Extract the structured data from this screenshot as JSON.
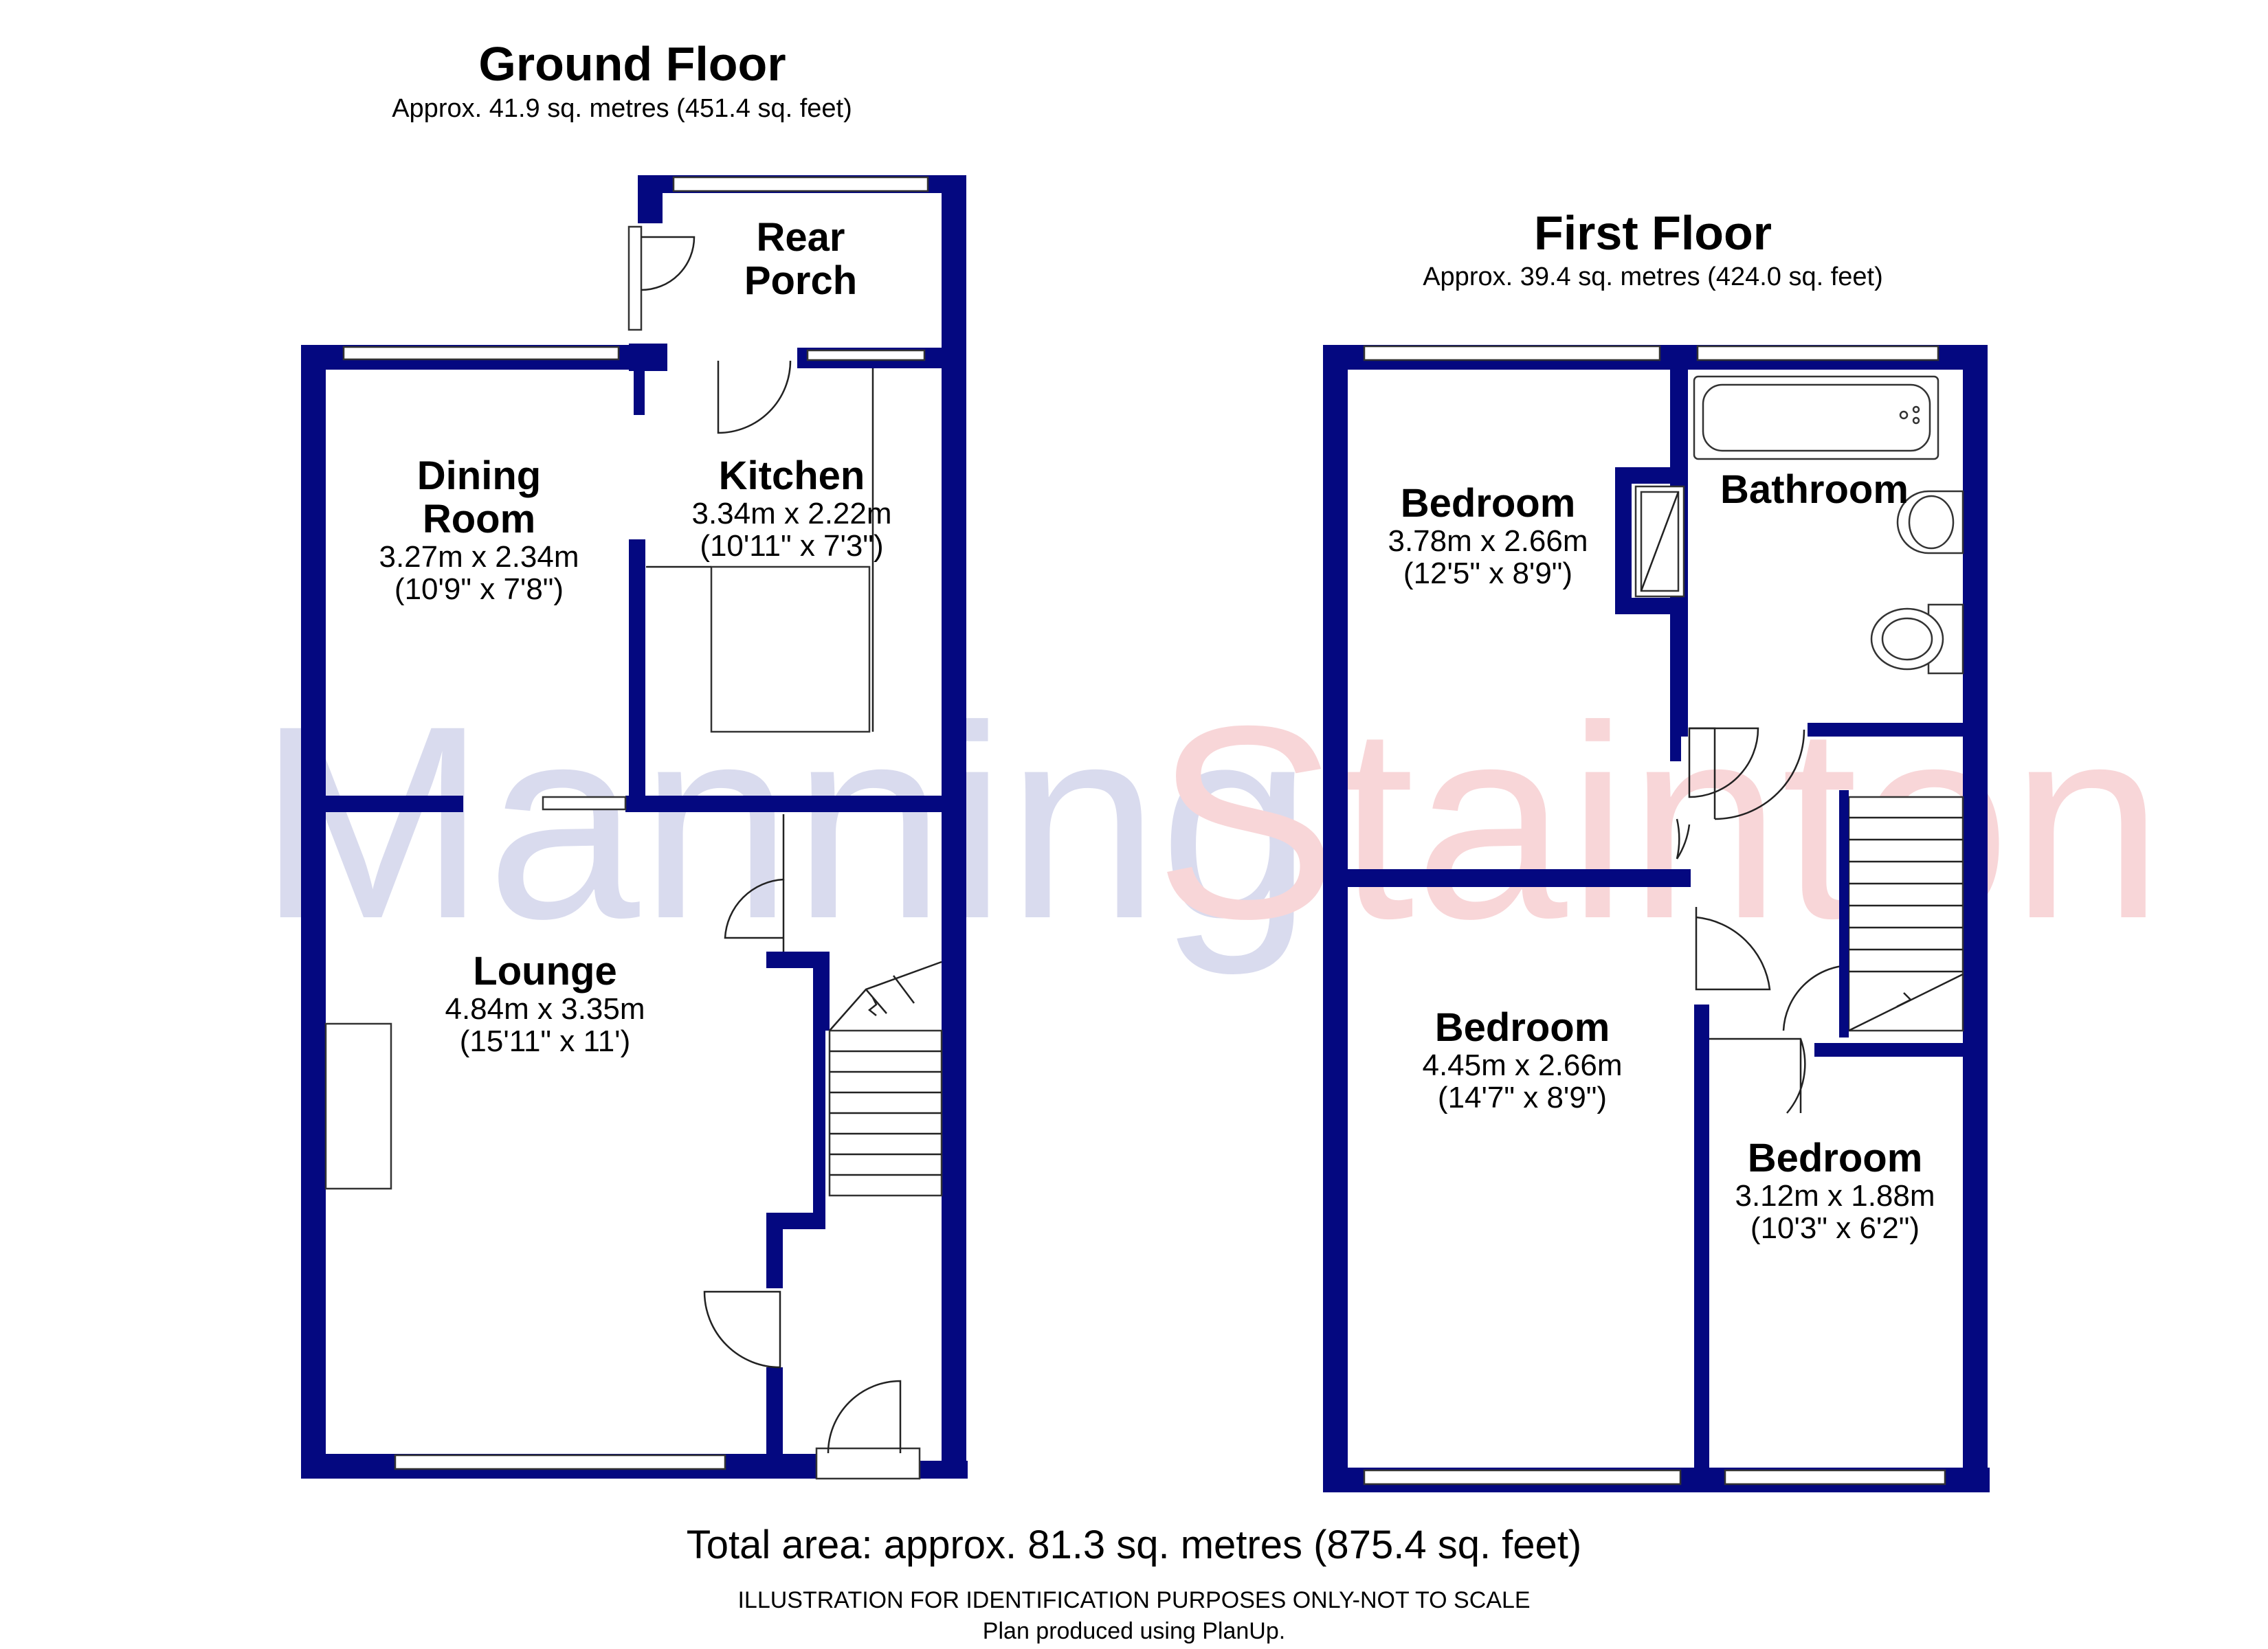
{
  "watermark": {
    "part1": "Manning",
    "part2": "Stainton",
    "color1": "#d9dbee",
    "color2": "#f8d6d8"
  },
  "wall_color": "#040880",
  "ground_floor": {
    "title": "Ground Floor",
    "area": "Approx. 41.9 sq. metres (451.4 sq. feet)",
    "rooms": {
      "rear_porch": {
        "name_line1": "Rear",
        "name_line2": "Porch"
      },
      "dining_room": {
        "name_line1": "Dining",
        "name_line2": "Room",
        "dim_m": "3.27m x 2.34m",
        "dim_ft": "(10'9\" x 7'8\")"
      },
      "kitchen": {
        "name": "Kitchen",
        "dim_m": "3.34m x 2.22m",
        "dim_ft": "(10'11\" x 7'3\")"
      },
      "lounge": {
        "name": "Lounge",
        "dim_m": "4.84m x 3.35m",
        "dim_ft": "(15'11\" x 11')"
      }
    }
  },
  "first_floor": {
    "title": "First Floor",
    "area": "Approx. 39.4 sq. metres (424.0 sq. feet)",
    "rooms": {
      "bathroom": {
        "name": "Bathroom"
      },
      "bedroom_1": {
        "name": "Bedroom",
        "dim_m": "3.78m x 2.66m",
        "dim_ft": "(12'5\" x 8'9\")"
      },
      "bedroom_2": {
        "name": "Bedroom",
        "dim_m": "4.45m x 2.66m",
        "dim_ft": "(14'7\" x 8'9\")"
      },
      "bedroom_3": {
        "name": "Bedroom",
        "dim_m": "3.12m x 1.88m",
        "dim_ft": "(10'3\" x 6'2\")"
      }
    }
  },
  "footer": {
    "total": "Total area: approx. 81.3 sq. metres (875.4 sq. feet)",
    "disclaimer": "ILLUSTRATION FOR IDENTIFICATION PURPOSES ONLY-NOT TO SCALE",
    "credit": "Plan produced using PlanUp."
  }
}
